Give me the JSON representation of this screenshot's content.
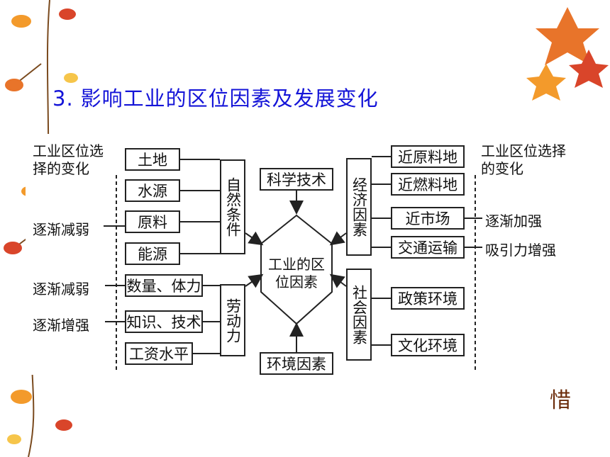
{
  "title": {
    "number": "3.",
    "text": "影响工业的区位因素及发展变化"
  },
  "diagram": {
    "left_header": "工业区位选择的变化",
    "right_header": "工业区位选择的变化",
    "center": "工业的区位因素",
    "top_factor": "科学技术",
    "bottom_factor": "环境因素",
    "natural_group": "自然条件",
    "natural_items": [
      "土地",
      "水源",
      "原料",
      "能源"
    ],
    "labor_group": "劳动力",
    "labor_items": [
      "数量、体力",
      "知识、技术",
      "工资水平"
    ],
    "economic_group": "经济因素",
    "economic_items": [
      "近原料地",
      "近燃料地",
      "近市场",
      "交通运输"
    ],
    "social_group": "社会因素",
    "social_items": [
      "政策环境",
      "文化环境"
    ],
    "left_trends": {
      "raw_material": "逐渐减弱",
      "quantity": "逐渐减弱",
      "knowledge": "逐渐增强"
    },
    "right_trends": {
      "market": "逐渐加强",
      "transport": "吸引力增强"
    }
  },
  "side_glyph": "惜",
  "colors": {
    "title": "#1414d8",
    "line": "#222222",
    "leaf_orange": "#f39a2b",
    "leaf_red": "#d9452a",
    "branch": "#7a4a1e"
  }
}
